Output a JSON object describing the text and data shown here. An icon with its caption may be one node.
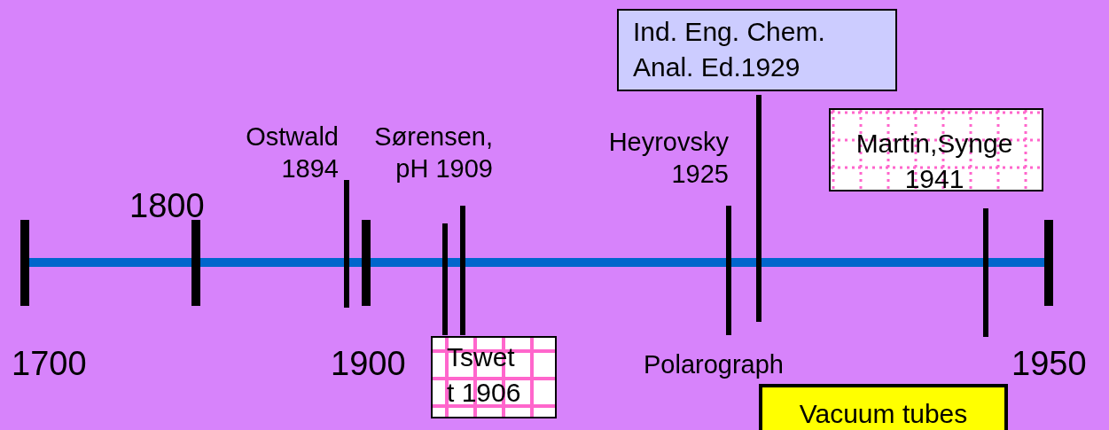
{
  "diagram": {
    "nodes": [
      {
        "text": [
          "Ind. Eng. Chem. Anal. Ed.1929"
        ]
      },
      {
        "text": [
          "Martin,Synge 1941"
        ]
      },
      {
        "text": [
          "Tswet t 1906"
        ]
      },
      {
        "text": [
          "Vacuum tubes"
        ]
      }
    ],
    "labels": [
      "Ostwald 1894",
      "Sørensen, pH 1909",
      "Heyrovsky 1925",
      "1800",
      "1700",
      "1900",
      "Polarograph",
      "1950"
    ]
  }
}
